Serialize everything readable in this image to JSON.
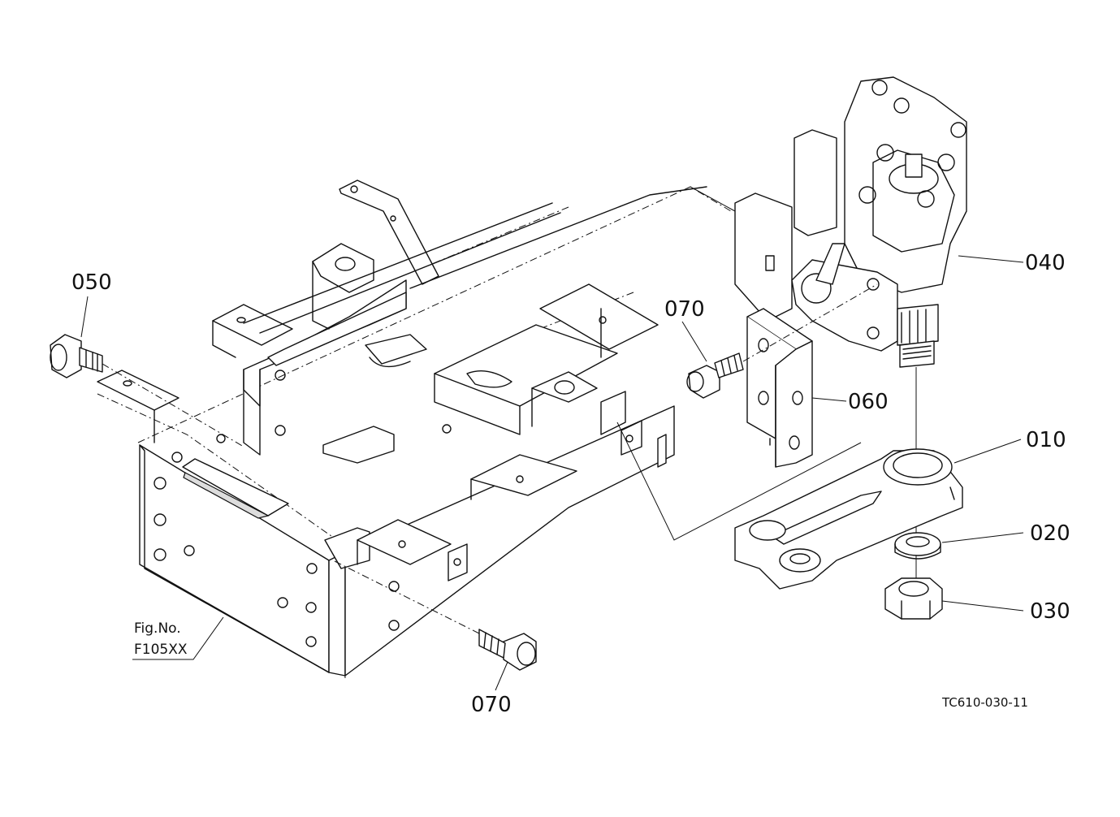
{
  "callouts": {
    "p010": "010",
    "p020": "020",
    "p030": "030",
    "p040": "040",
    "p050": "050",
    "p060": "060",
    "p070_upper": "070",
    "p070_lower": "070"
  },
  "figure_ref": {
    "line1": "Fig.No.",
    "line2": "F105XX"
  },
  "drawing_code": "TC610-030-11",
  "colors": {
    "ink": "#111111",
    "background": "#ffffff"
  }
}
